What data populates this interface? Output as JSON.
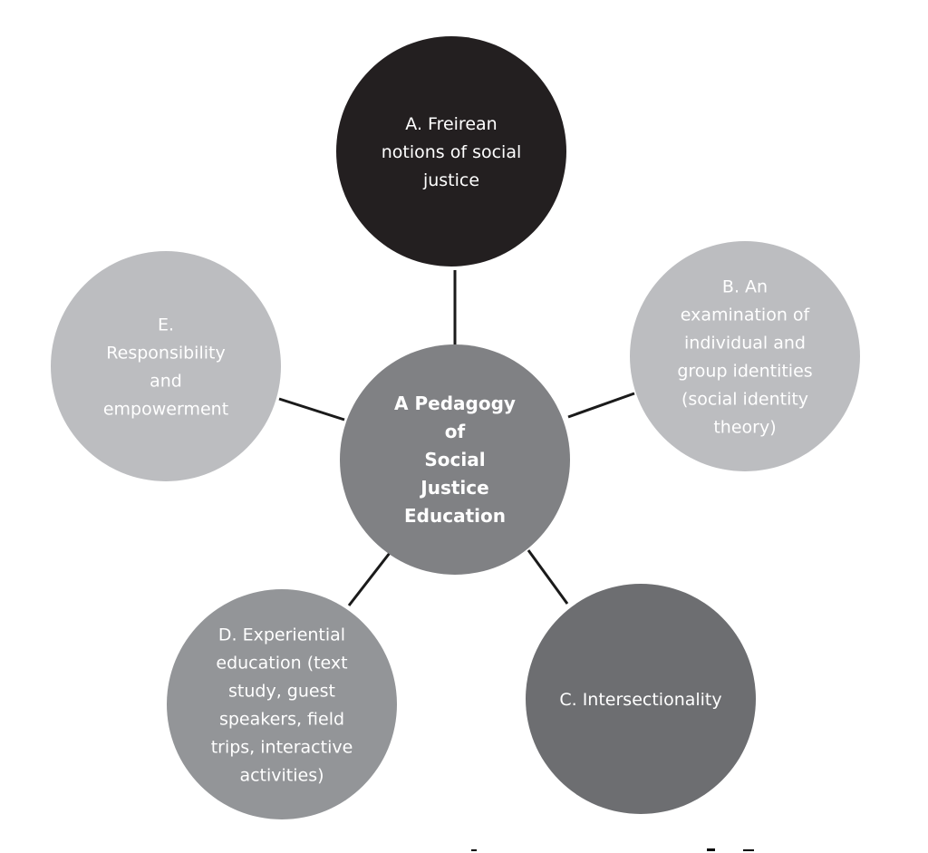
{
  "diagram": {
    "center": {
      "lines": [
        "A Pedagogy",
        "of",
        "Social",
        "Justice",
        "Education"
      ],
      "fill": "#808184"
    },
    "nodes": [
      {
        "id": "a",
        "lines": [
          "A. Freirean",
          "notions of  social",
          "justice"
        ],
        "fill": "#231f20"
      },
      {
        "id": "b",
        "lines": [
          "B. An",
          "examination of",
          "individual and",
          "group identities",
          "(social identity",
          "theory)"
        ],
        "fill": "#bcbdc0"
      },
      {
        "id": "c",
        "lines": [
          "C. Intersectionality"
        ],
        "fill": "#6d6e71"
      },
      {
        "id": "d",
        "lines": [
          "D. Experiential",
          "education (text",
          "study, guest",
          "speakers, field",
          "trips, interactive",
          "activities)"
        ],
        "fill": "#939598"
      },
      {
        "id": "e",
        "lines": [
          "E.",
          "Responsibility",
          "and",
          "empowerment"
        ],
        "fill": "#bcbdc0"
      }
    ],
    "connector_color": "#1a1a1a"
  }
}
